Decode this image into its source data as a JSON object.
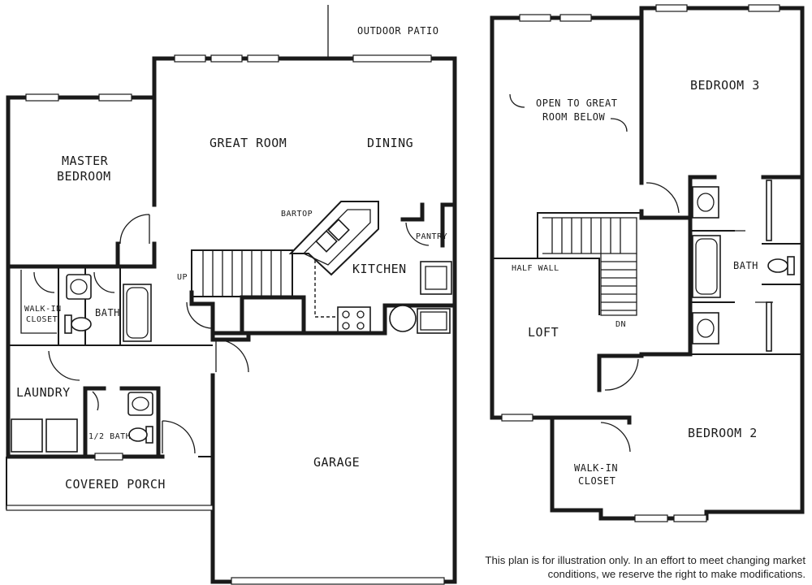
{
  "lower_level": {
    "outdoor_patio": "OUTDOOR PATIO",
    "great_room": "GREAT ROOM",
    "dining": "DINING",
    "master_bedroom_line1": "MASTER",
    "master_bedroom_line2": "BEDROOM",
    "bartop": "BARTOP",
    "pantry": "PANTRY",
    "kitchen": "KITCHEN",
    "up": "UP",
    "walk_in_closet_line1": "WALK-IN",
    "walk_in_closet_line2": "CLOSET",
    "bath": "BATH",
    "laundry": "LAUNDRY",
    "half_bath": "1/2 BATH",
    "garage": "GARAGE",
    "covered_porch": "COVERED PORCH"
  },
  "upper_level": {
    "open_to_great_room_line1": "OPEN TO GREAT",
    "open_to_great_room_line2": "ROOM BELOW",
    "bedroom_3": "BEDROOM 3",
    "half_wall": "HALF WALL",
    "bath": "BATH",
    "loft": "LOFT",
    "dn": "DN",
    "bedroom_2": "BEDROOM 2",
    "walk_in_closet_line1": "WALK-IN",
    "walk_in_closet_line2": "CLOSET"
  },
  "disclaimer": "This plan is for illustration only. In an effort to meet changing market conditions, we reserve the right to make modifications."
}
